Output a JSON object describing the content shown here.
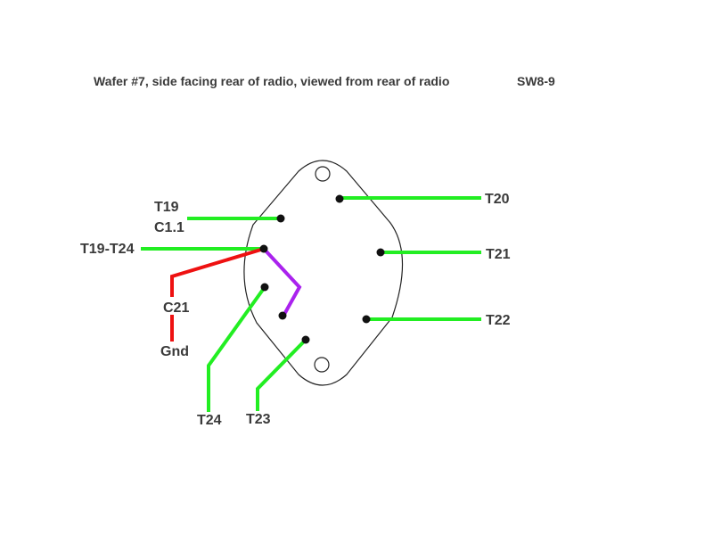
{
  "title": "Wafer #7, side facing rear of radio, viewed from rear of radio",
  "switch_id": "SW8-9",
  "colors": {
    "green_wire": "#22ee22",
    "red_wire": "#ee1111",
    "purple_wire": "#aa22ee",
    "lug": "#111111",
    "text": "#3a3a3a"
  },
  "labels": {
    "t19": "T19",
    "c1_1": "C1.1",
    "t19_t24": "T19-T24",
    "c21": "C21",
    "gnd": "Gnd",
    "t24": "T24",
    "t23": "T23",
    "t20": "T20",
    "t21": "T21",
    "t22": "T22"
  }
}
